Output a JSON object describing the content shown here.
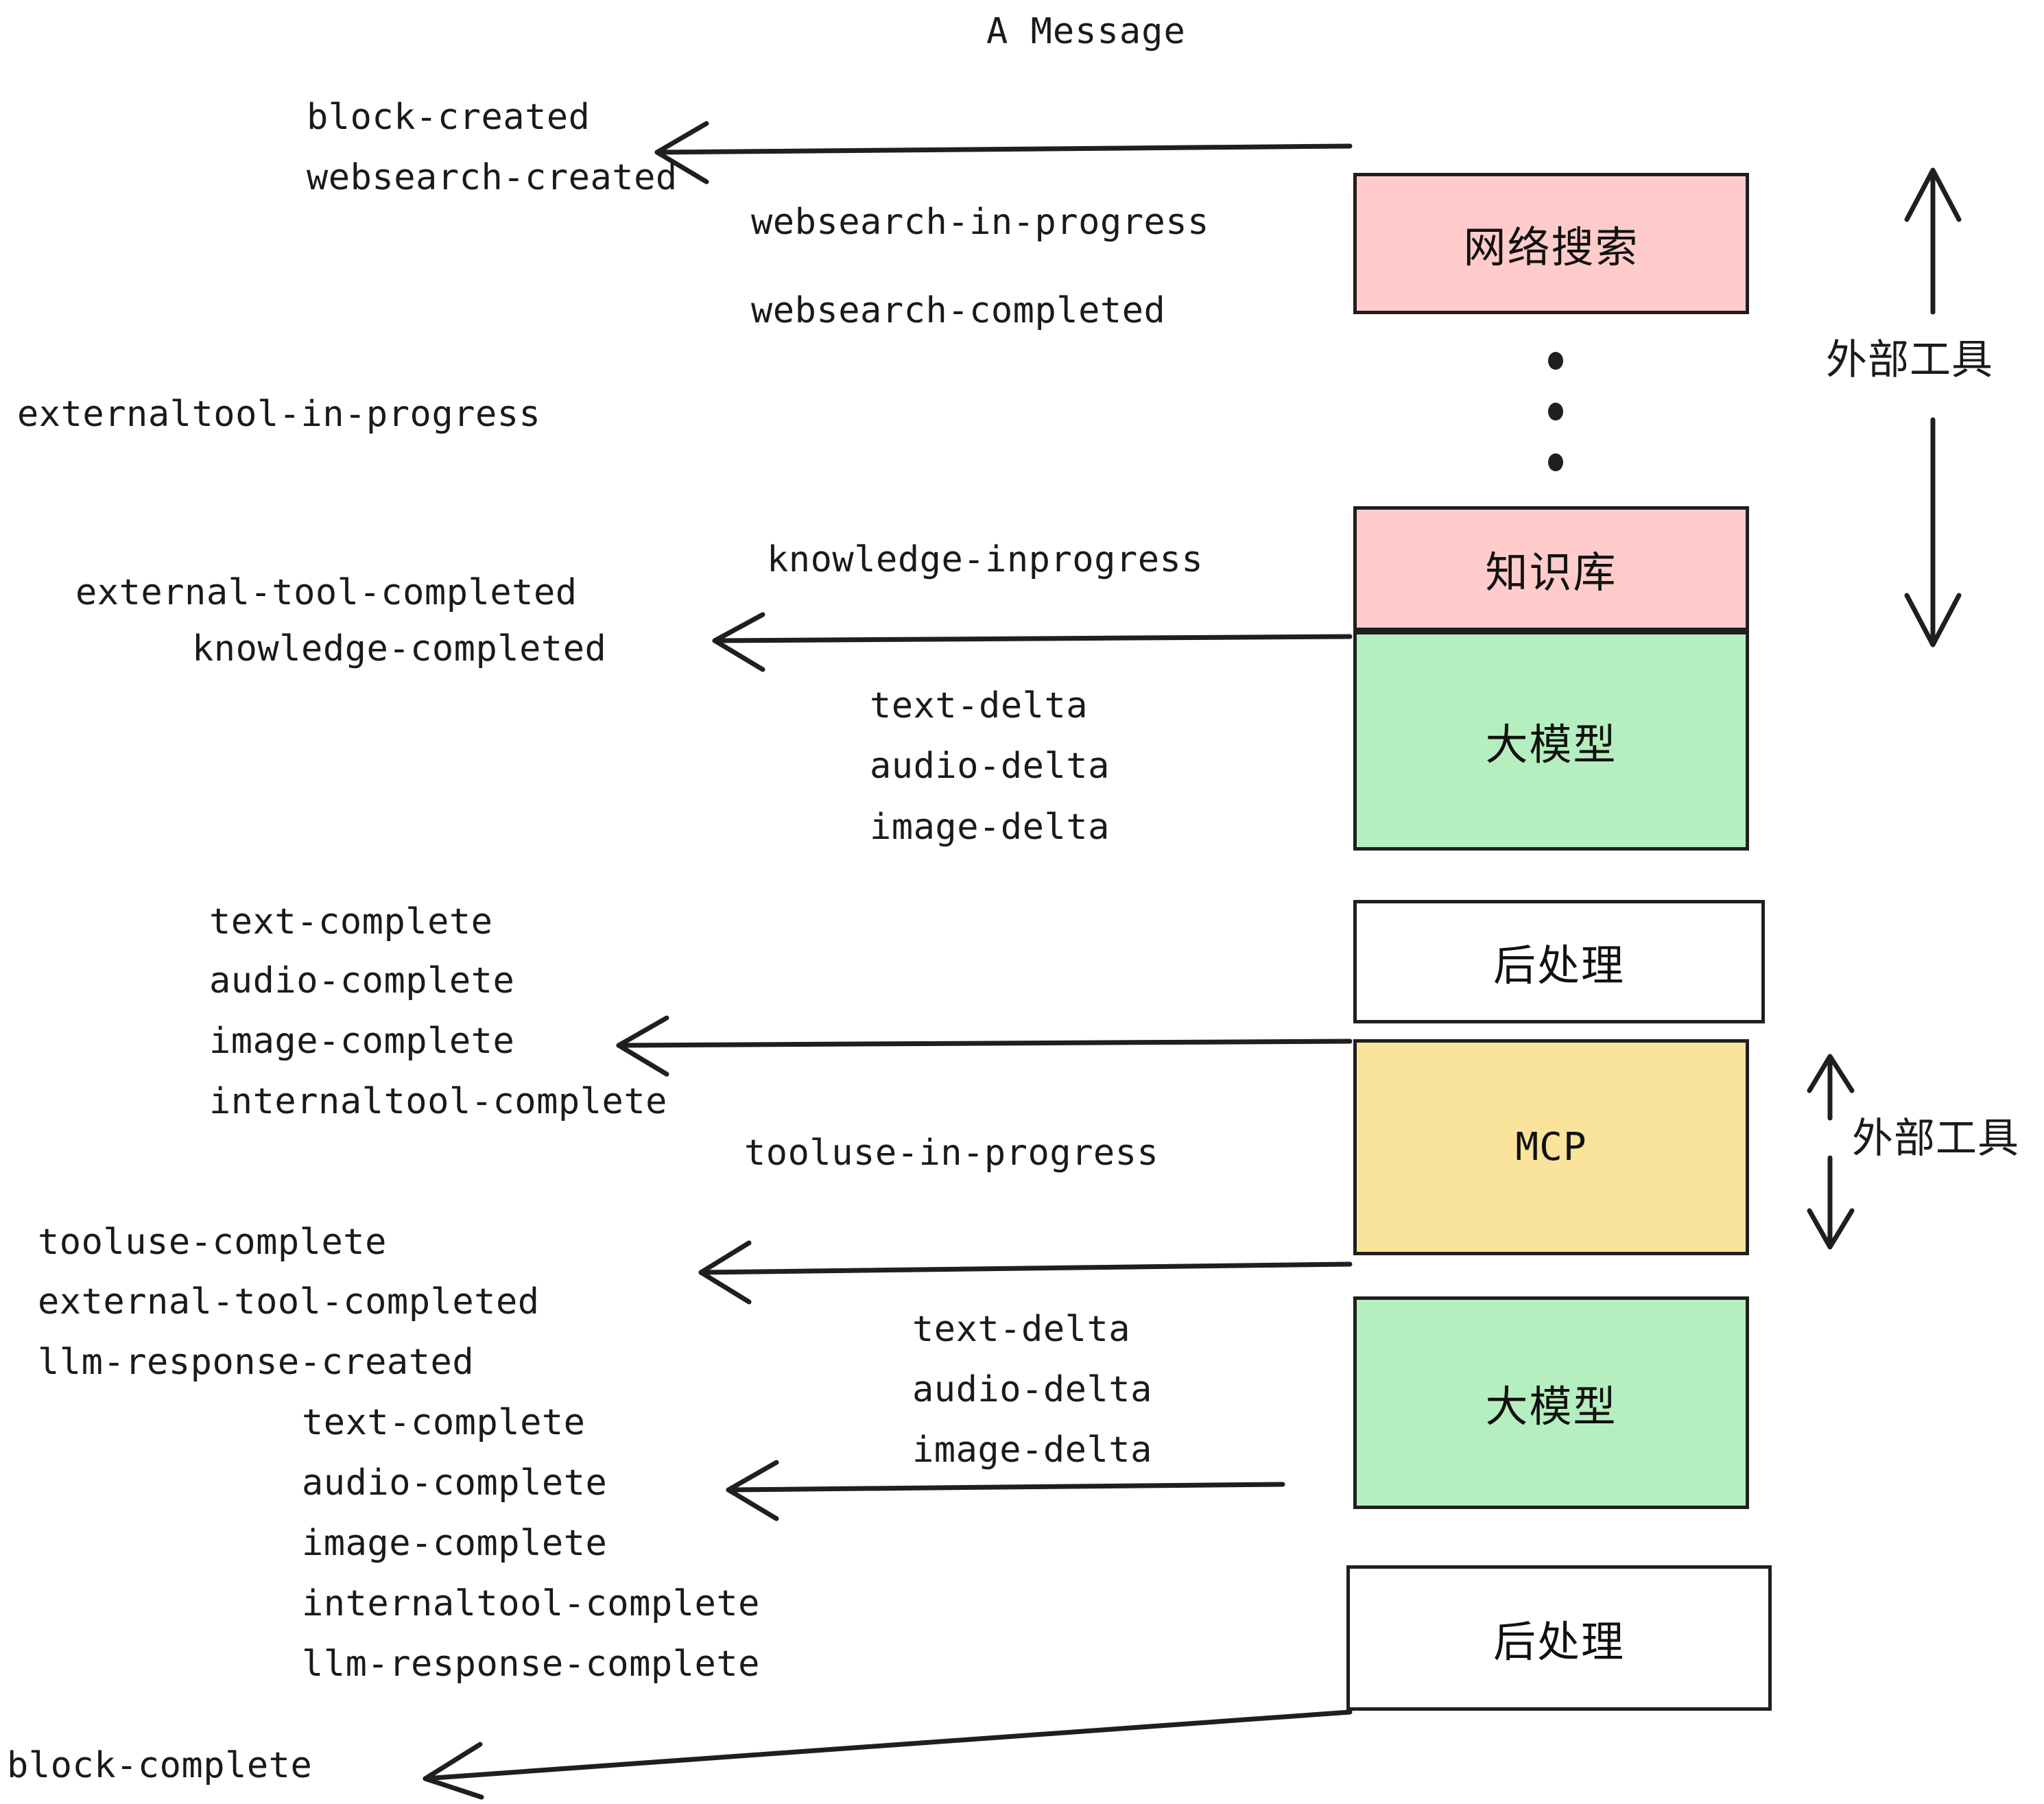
{
  "diagram": {
    "title": "A Message",
    "background": "#ffffff",
    "stroke": "#1f1f1f"
  },
  "colors": {
    "pink": "#FFCCCB",
    "green": "#B6EFBF",
    "yellow": "#FAE39B",
    "white": "#FFFFFF",
    "line": "#1f1f1f",
    "text": "#1a1a1a"
  },
  "nodes": [
    {
      "id": "websearch",
      "label": "网络搜索",
      "fill": "#FFCCCB",
      "mono": false
    },
    {
      "id": "knowledge",
      "label": "知识库",
      "fill": "#FFCCCB",
      "mono": false
    },
    {
      "id": "llm-top",
      "label": "大模型",
      "fill": "#B6EFBF",
      "mono": false
    },
    {
      "id": "postprocess-1",
      "label": "后处理",
      "fill": "#FFFFFF",
      "mono": false
    },
    {
      "id": "mcp",
      "label": "MCP",
      "fill": "#FAE39B",
      "mono": true
    },
    {
      "id": "llm-bottom",
      "label": "大模型",
      "fill": "#B6EFBF",
      "mono": false
    },
    {
      "id": "postprocess-2",
      "label": "后处理",
      "fill": "#FFFFFF",
      "mono": false
    }
  ],
  "side_labels": [
    {
      "id": "external-tools-top",
      "text": "外部工具"
    },
    {
      "id": "external-tools-bottom",
      "text": "外部工具"
    }
  ],
  "events": [
    {
      "id": "e01",
      "text": "block-created"
    },
    {
      "id": "e02",
      "text": "websearch-created"
    },
    {
      "id": "e03",
      "text": "websearch-in-progress"
    },
    {
      "id": "e04",
      "text": "websearch-completed"
    },
    {
      "id": "e05",
      "text": "externaltool-in-progress"
    },
    {
      "id": "e06",
      "text": "knowledge-inprogress"
    },
    {
      "id": "e07",
      "text": "external-tool-completed"
    },
    {
      "id": "e08",
      "text": "knowledge-completed"
    },
    {
      "id": "e09",
      "text": "text-delta"
    },
    {
      "id": "e10",
      "text": "audio-delta"
    },
    {
      "id": "e11",
      "text": "image-delta"
    },
    {
      "id": "e12",
      "text": "text-complete"
    },
    {
      "id": "e13",
      "text": "audio-complete"
    },
    {
      "id": "e14",
      "text": "image-complete"
    },
    {
      "id": "e15",
      "text": "internaltool-complete"
    },
    {
      "id": "e16",
      "text": "tooluse-in-progress"
    },
    {
      "id": "e17",
      "text": "tooluse-complete"
    },
    {
      "id": "e18",
      "text": "external-tool-completed"
    },
    {
      "id": "e19",
      "text": "llm-response-created"
    },
    {
      "id": "e20",
      "text": "text-complete"
    },
    {
      "id": "e21",
      "text": "audio-complete"
    },
    {
      "id": "e22",
      "text": "image-complete"
    },
    {
      "id": "e23",
      "text": "internaltool-complete"
    },
    {
      "id": "e24",
      "text": "llm-response-complete"
    },
    {
      "id": "e25",
      "text": "text-delta"
    },
    {
      "id": "e26",
      "text": "audio-delta"
    },
    {
      "id": "e27",
      "text": "image-delta"
    },
    {
      "id": "e28",
      "text": "block-complete"
    }
  ]
}
